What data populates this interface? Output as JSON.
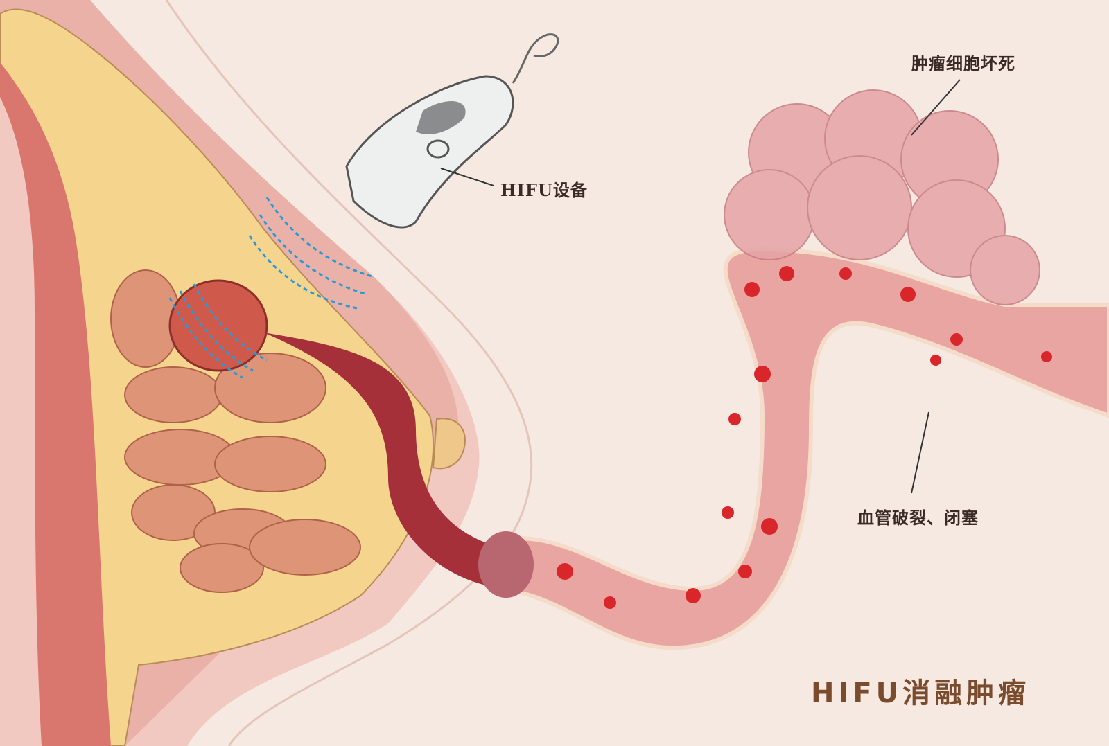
{
  "labels": {
    "necrosis": "肿瘤细胞坏死",
    "device": "HIFU设备",
    "vessel": "血管破裂、闭塞"
  },
  "title": "HIFU消融肿瘤",
  "colors": {
    "background": "#f6e9e1",
    "fat": "#f5d48e",
    "gland": "#de9577",
    "vessel": "#e8a5a2",
    "artery": "#a5303a",
    "rbc": "#d8262b",
    "waves": "#2a9ad6",
    "title": "#7b4b2e"
  }
}
